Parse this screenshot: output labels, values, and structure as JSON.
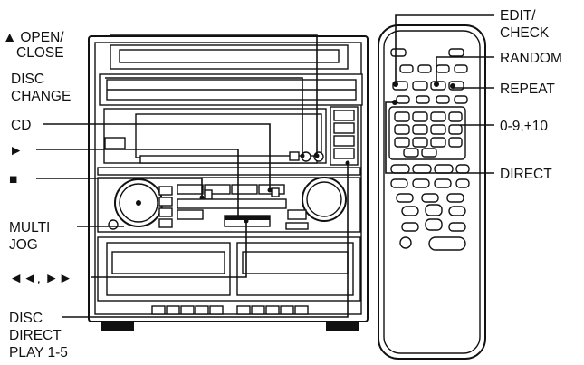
{
  "callouts": {
    "open_close_symbol": "▲",
    "open_close_line1": "OPEN/",
    "open_close_line2": "CLOSE",
    "disc_change_line1": "DISC",
    "disc_change_line2": "CHANGE",
    "cd": "CD",
    "play_symbol": "►",
    "stop_symbol": "■",
    "multi_jog_line1": "MULTI",
    "multi_jog_line2": "JOG",
    "skip_symbols": "◄◄, ►►",
    "disc_direct_line1": "DISC",
    "disc_direct_line2": "DIRECT",
    "disc_direct_line3": "PLAY 1-5",
    "edit_check_line1": "EDIT/",
    "edit_check_line2": "CHECK",
    "random": "RANDOM",
    "repeat": "REPEAT",
    "numbers": "0-9,+10",
    "direct": "DIRECT"
  }
}
